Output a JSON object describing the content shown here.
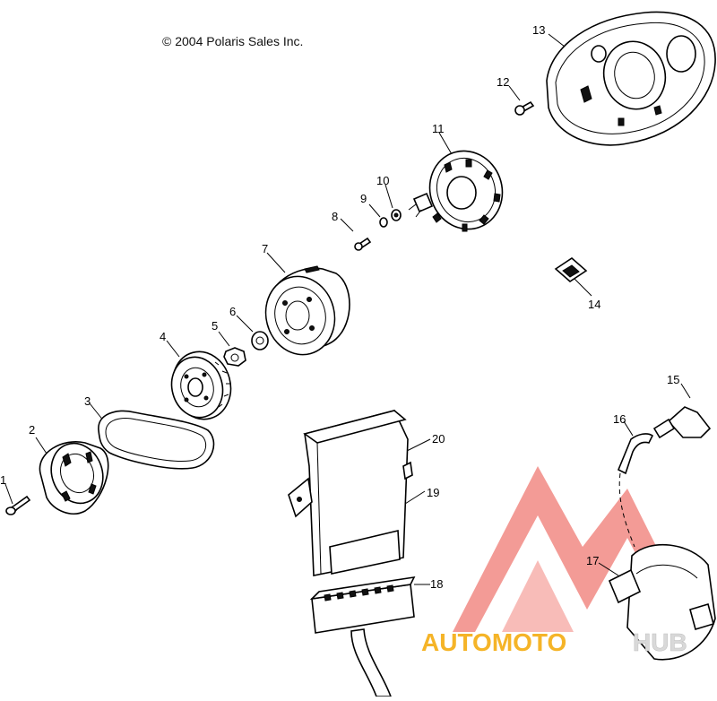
{
  "header": {
    "copyright": "© 2004 Polaris Sales Inc."
  },
  "watermark": {
    "left": "AUTOMOTO",
    "right": "HUB",
    "left_color": "#f5b428",
    "right_color": "#e8e8e8",
    "triangle_color": "#f28a84"
  },
  "callouts": [
    "1",
    "2",
    "3",
    "4",
    "5",
    "6",
    "7",
    "8",
    "9",
    "10",
    "11",
    "12",
    "13",
    "14",
    "15",
    "16",
    "17",
    "18",
    "19",
    "20"
  ]
}
